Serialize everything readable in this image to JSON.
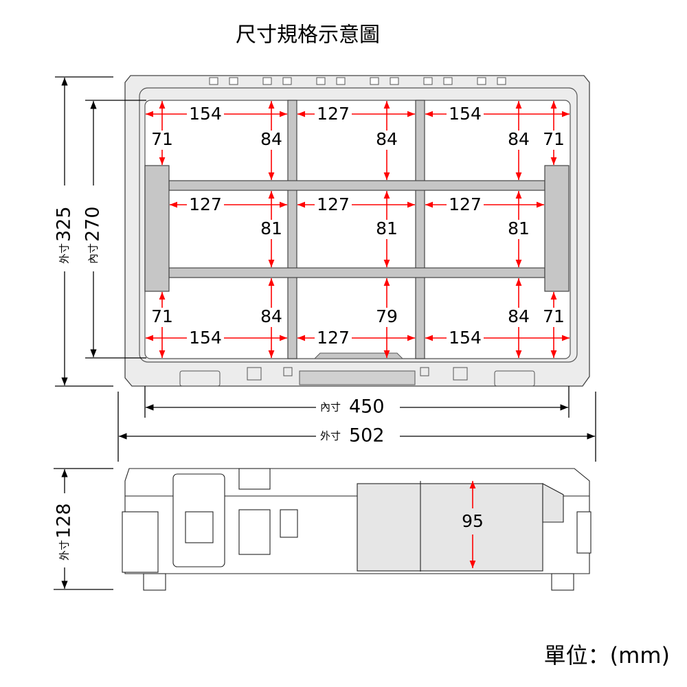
{
  "title": "尺寸規格示意圖",
  "unit_label": "單位：(mm)",
  "colors": {
    "dimension": "#ff0000",
    "divider": "#c6c6c6",
    "frame": "#ececec"
  },
  "top_view": {
    "outer_height": {
      "prefix": "外寸",
      "value": "325"
    },
    "inner_height": {
      "prefix": "內寸",
      "value": "270"
    },
    "inner_width": {
      "prefix": "內寸",
      "value": "450"
    },
    "outer_width": {
      "prefix": "外寸",
      "value": "502"
    },
    "row1_widths": [
      "154",
      "127",
      "154"
    ],
    "row2_widths": [
      "127",
      "127",
      "127"
    ],
    "row3_widths": [
      "154",
      "127",
      "154"
    ],
    "row1_heights": [
      "71",
      "84",
      "84",
      "84",
      "71"
    ],
    "row2_heights": [
      "81",
      "81",
      "81"
    ],
    "row3_heights": [
      "71",
      "84",
      "79",
      "84",
      "71"
    ]
  },
  "side_view": {
    "outer_height": {
      "prefix": "外寸",
      "value": "128"
    },
    "inner_depth": "95"
  }
}
